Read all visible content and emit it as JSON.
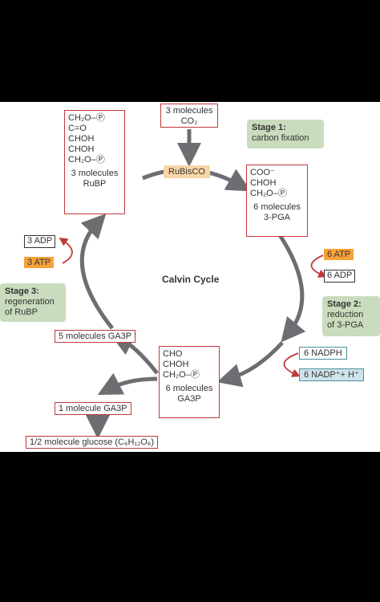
{
  "title_center": "Calvin Cycle",
  "rubp": {
    "lines": [
      "CH₂O–Ⓟ",
      "C=O",
      "CHOH",
      "CHOH",
      "CH₂O–Ⓟ"
    ],
    "caption": "3 molecules\nRuBP"
  },
  "co2": {
    "line1": "3 molecules",
    "line2": "CO₂"
  },
  "rubisco": "RuBisCO",
  "pga": {
    "lines": [
      "COO⁻",
      "CHOH",
      "CH₂O–Ⓟ"
    ],
    "caption": "6 molecules\n3-PGA"
  },
  "ga3p": {
    "lines": [
      "CHO",
      "CHOH",
      "CH₂O–Ⓟ"
    ],
    "caption": "6 molecules\nGA3P"
  },
  "stage1": {
    "title": "Stage 1:",
    "desc": "carbon fixation"
  },
  "stage2": {
    "title": "Stage 2:",
    "desc": "reduction\nof 3-PGA"
  },
  "stage3": {
    "title": "Stage 3:",
    "desc": "regeneration\nof RuBP"
  },
  "atp6": "6 ATP",
  "adp6": "6 ADP",
  "adp3": "3 ADP",
  "atp3": "3 ATP",
  "nadph": "6 NADPH",
  "nadp": "6 NADP⁺+ H⁺",
  "ga3p5": "5 molecules GA3P",
  "ga3p1": "1 molecule GA3P",
  "glucose": "1/2 molecule glucose (C₆H₁₂O₆)",
  "colors": {
    "red": "#c0393b",
    "gray": "#6d6e71",
    "green": "#c9dcbd",
    "orange": "#f7a13b",
    "teal": "#4d8f9a"
  }
}
